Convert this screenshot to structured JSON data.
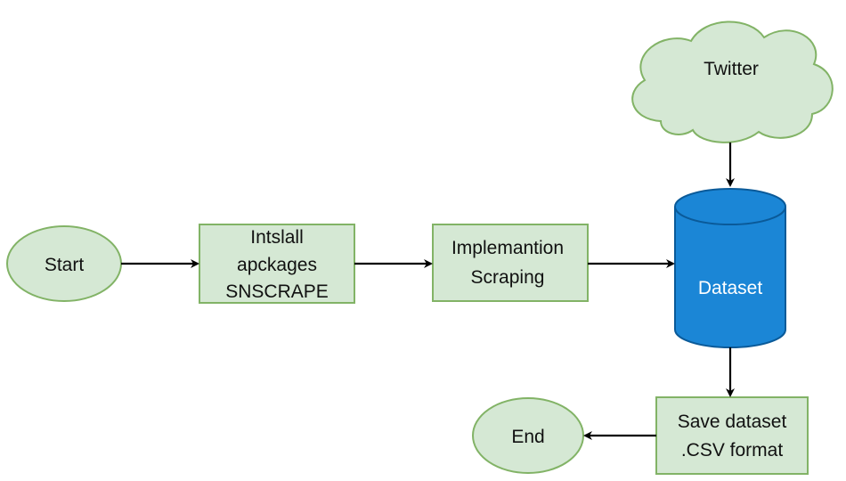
{
  "nodes": {
    "start": {
      "label": "Start"
    },
    "install": {
      "lines": [
        "Intslall",
        "apckages",
        "SNSCRAPE"
      ]
    },
    "implementation": {
      "lines": [
        "Implemantion",
        "Scraping"
      ]
    },
    "twitter": {
      "label": "Twitter"
    },
    "dataset": {
      "label": "Dataset"
    },
    "save": {
      "lines": [
        "Save dataset",
        ".CSV format"
      ]
    },
    "end": {
      "label": "End"
    }
  },
  "colors": {
    "process_fill": "#d5e8d4",
    "process_stroke": "#82b366",
    "database_fill": "#1b86d6",
    "database_stroke": "#0a5a99",
    "arrow": "#000000"
  }
}
